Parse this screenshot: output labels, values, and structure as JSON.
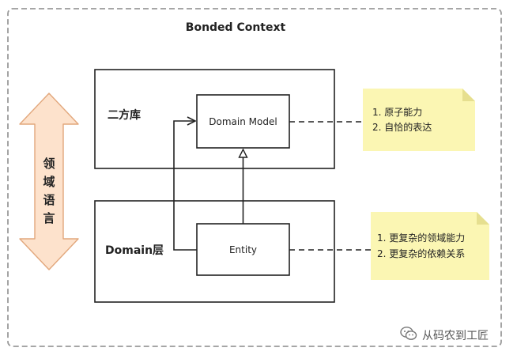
{
  "diagram": {
    "title": "Bonded Context",
    "lib_box": {
      "label": "二方库"
    },
    "domain_box": {
      "label": "Domain层"
    },
    "domain_model": {
      "label": "Domain Model"
    },
    "entity": {
      "label": "Entity"
    },
    "side_arrow": {
      "label": [
        "领",
        "域",
        "语",
        "言"
      ]
    },
    "note_top": {
      "lines": [
        "1. 原子能力",
        "2. 自恰的表达"
      ]
    },
    "note_bottom": {
      "lines": [
        "1. 更复杂的领域能力",
        "2. 更复杂的依赖关系"
      ]
    }
  },
  "colors": {
    "frame_dash": "#9a9a9a",
    "arrow_fill": "#fde2cc",
    "arrow_stroke": "#e2a77c",
    "note_fill": "#fbf6b3",
    "note_fold": "#e6df8f",
    "line": "#222222"
  },
  "watermark": {
    "text": "从码农到工匠",
    "icon": "wechat-icon"
  }
}
